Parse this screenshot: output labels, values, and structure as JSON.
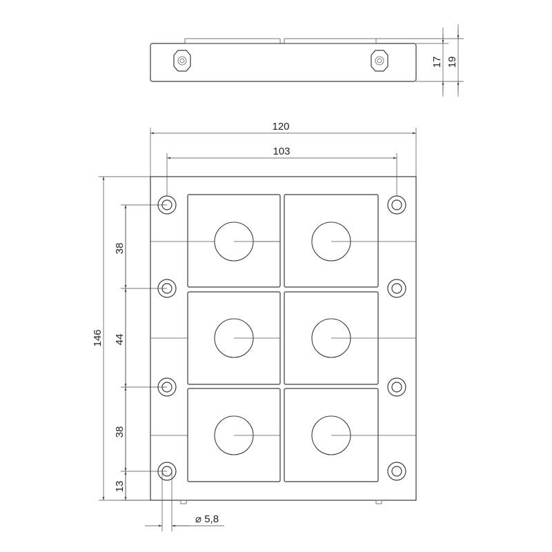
{
  "drawing": {
    "dimensions": {
      "width_overall": "120",
      "width_holes": "103",
      "height_overall": "146",
      "pitch_top": "38",
      "pitch_middle": "44",
      "pitch_bottom": "38",
      "edge_offset": "13",
      "hole_diameter": "⌀ 5,8",
      "thickness_17": "17",
      "thickness_19": "19"
    }
  }
}
